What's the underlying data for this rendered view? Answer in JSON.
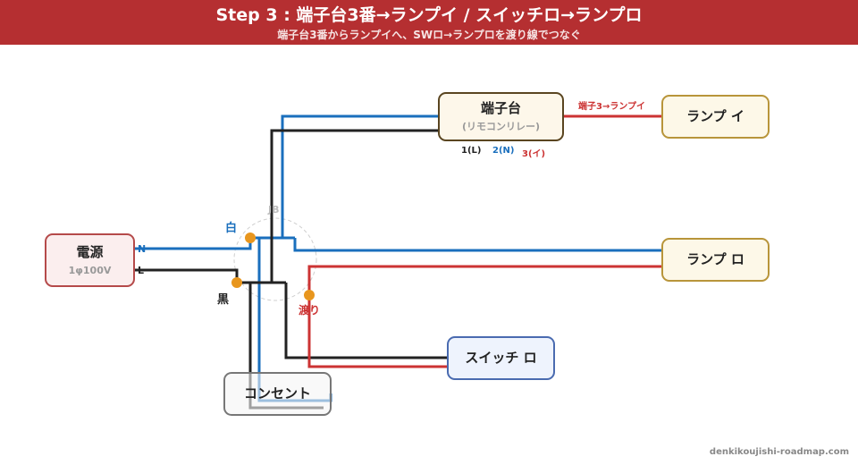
{
  "header": {
    "title": "Step 3 : 端子台3番→ランプイ / スイッチロ→ランプロ",
    "subtitle": "端子台3番からランプイへ、SWロ→ランプロを渡り線でつなぐ"
  },
  "nodes": {
    "power": {
      "label": "電源",
      "sub": "1φ100V",
      "terminal_n": "N",
      "terminal_l": "L"
    },
    "terminal_block": {
      "label": "端子台",
      "sub": "(リモコンリレー)",
      "t1": "1(L)",
      "t2": "2(N)",
      "t3": "3(イ)"
    },
    "lamp_i": {
      "label": "ランプ イ"
    },
    "lamp_ro": {
      "label": "ランプ ロ"
    },
    "switch_ro": {
      "label": "スイッチ ロ"
    },
    "outlet": {
      "label": "コンセント"
    },
    "junction_box": {
      "label": "JB"
    }
  },
  "labels": {
    "white": "白",
    "black": "黒",
    "jumper": "渡り",
    "wire_3_lamp": "端子3→ランプイ"
  },
  "colors": {
    "header": "#b52f31",
    "neutral_wire": "#1a6fbd",
    "live_wire": "#222222",
    "switched_wire": "#cc3333",
    "node_dot": "#e8961e"
  },
  "footer": "denkikoujishi-roadmap.com"
}
